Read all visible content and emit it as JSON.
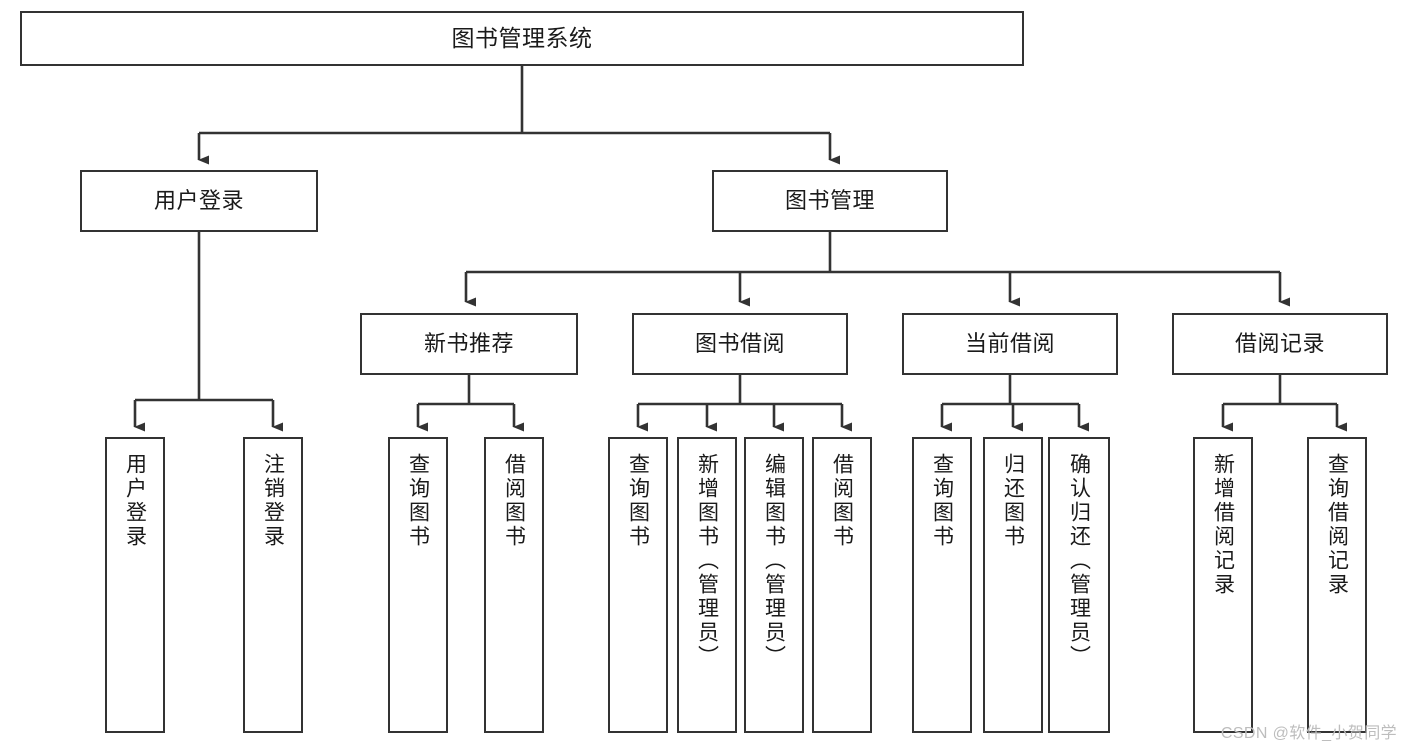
{
  "diagram": {
    "title": "图书管理系统",
    "type": "tree-hierarchy",
    "root": {
      "id": "root",
      "label": "图书管理系统"
    },
    "level2": [
      {
        "id": "user-login",
        "label": "用户登录"
      },
      {
        "id": "book-manage",
        "label": "图书管理"
      }
    ],
    "level3": [
      {
        "id": "new-book-rec",
        "label": "新书推荐"
      },
      {
        "id": "book-borrow",
        "label": "图书借阅"
      },
      {
        "id": "current-borrow",
        "label": "当前借阅"
      },
      {
        "id": "borrow-record",
        "label": "借阅记录"
      }
    ],
    "leaves": {
      "user_login": [
        {
          "id": "leaf-user-login",
          "label": "用户登录"
        },
        {
          "id": "leaf-user-logout",
          "label": "注销登录"
        }
      ],
      "new_book_rec": [
        {
          "id": "leaf-query-book-1",
          "label": "查询图书"
        },
        {
          "id": "leaf-borrow-book-1",
          "label": "借阅图书"
        }
      ],
      "book_borrow": [
        {
          "id": "leaf-query-book-2",
          "label": "查询图书"
        },
        {
          "id": "leaf-add-book",
          "label": "新增图书（管理员）"
        },
        {
          "id": "leaf-edit-book",
          "label": "编辑图书（管理员）"
        },
        {
          "id": "leaf-borrow-book-2",
          "label": "借阅图书"
        }
      ],
      "current_borrow": [
        {
          "id": "leaf-query-book-3",
          "label": "查询图书"
        },
        {
          "id": "leaf-return-book",
          "label": "归还图书"
        },
        {
          "id": "leaf-confirm-return",
          "label": "确认归还（管理员）"
        }
      ],
      "borrow_record": [
        {
          "id": "leaf-add-record",
          "label": "新增借阅记录"
        },
        {
          "id": "leaf-query-record",
          "label": "查询借阅记录"
        }
      ]
    },
    "colors": {
      "box_border": "#333333",
      "box_fill": "#ffffff",
      "edge": "#333333",
      "text": "#1a1a1a",
      "watermark": "#bdbdbd",
      "background": "#ffffff"
    }
  },
  "watermark": {
    "text": "CSDN @软件_小贺同学"
  }
}
